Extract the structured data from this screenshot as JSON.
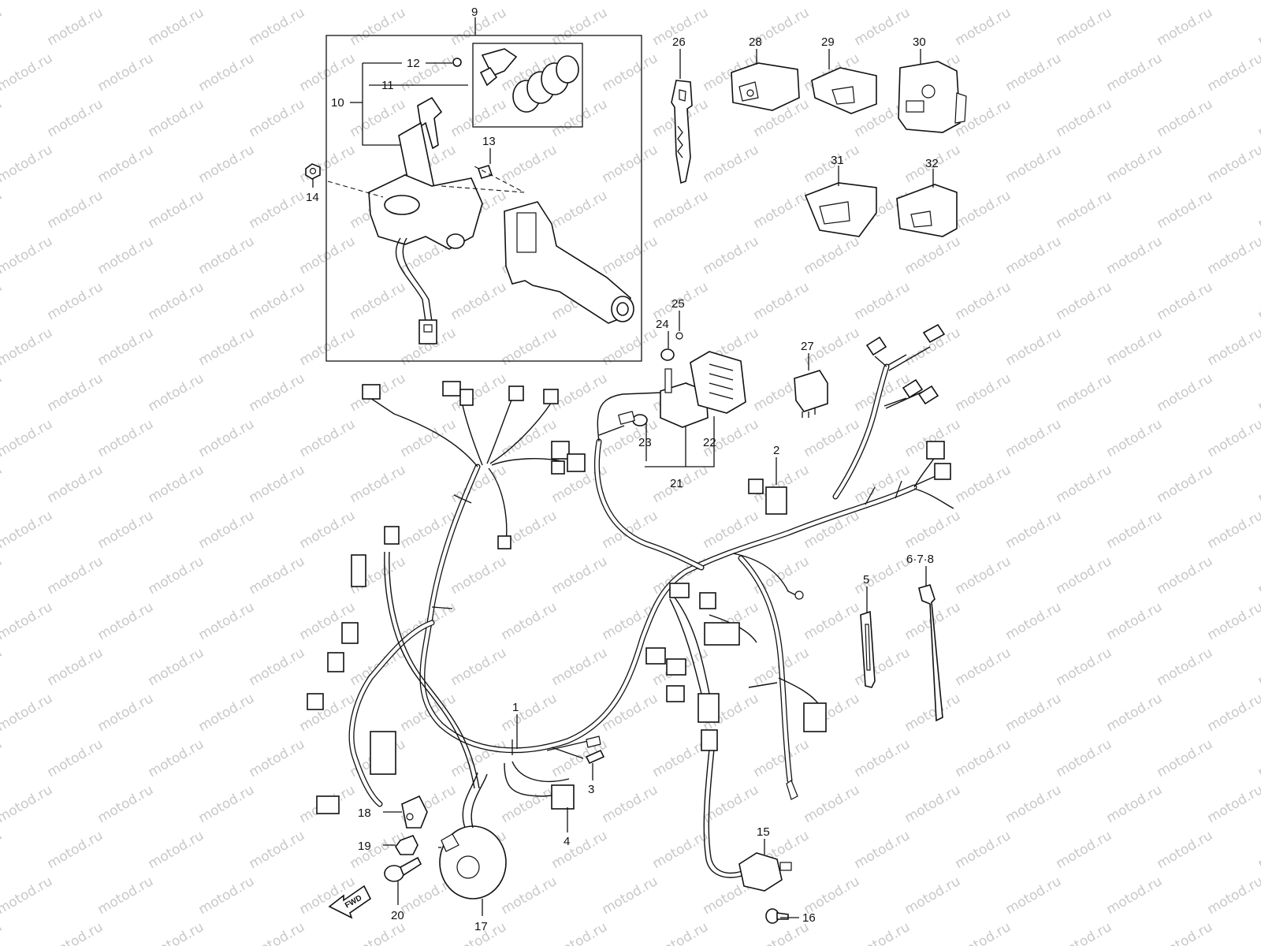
{
  "watermark": "motod.ru",
  "fwd_arrow": {
    "label": "FWD"
  },
  "callouts": [
    {
      "id": "c-9",
      "label": "9"
    },
    {
      "id": "c-10",
      "label": "10"
    },
    {
      "id": "c-11",
      "label": "11"
    },
    {
      "id": "c-12",
      "label": "12"
    },
    {
      "id": "c-13",
      "label": "13"
    },
    {
      "id": "c-14",
      "label": "14"
    },
    {
      "id": "c-26",
      "label": "26"
    },
    {
      "id": "c-28",
      "label": "28"
    },
    {
      "id": "c-29",
      "label": "29"
    },
    {
      "id": "c-30",
      "label": "30"
    },
    {
      "id": "c-31",
      "label": "31"
    },
    {
      "id": "c-32",
      "label": "32"
    },
    {
      "id": "c-25",
      "label": "25"
    },
    {
      "id": "c-24",
      "label": "24"
    },
    {
      "id": "c-27",
      "label": "27"
    },
    {
      "id": "c-23",
      "label": "23"
    },
    {
      "id": "c-22",
      "label": "22"
    },
    {
      "id": "c-21",
      "label": "21"
    },
    {
      "id": "c-2",
      "label": "2"
    },
    {
      "id": "c-678",
      "label": "6·7·8"
    },
    {
      "id": "c-5",
      "label": "5"
    },
    {
      "id": "c-1",
      "label": "1"
    },
    {
      "id": "c-3",
      "label": "3"
    },
    {
      "id": "c-4",
      "label": "4"
    },
    {
      "id": "c-18",
      "label": "18"
    },
    {
      "id": "c-19",
      "label": "19"
    },
    {
      "id": "c-20",
      "label": "20"
    },
    {
      "id": "c-17",
      "label": "17"
    },
    {
      "id": "c-15",
      "label": "15"
    },
    {
      "id": "c-16",
      "label": "16"
    }
  ]
}
